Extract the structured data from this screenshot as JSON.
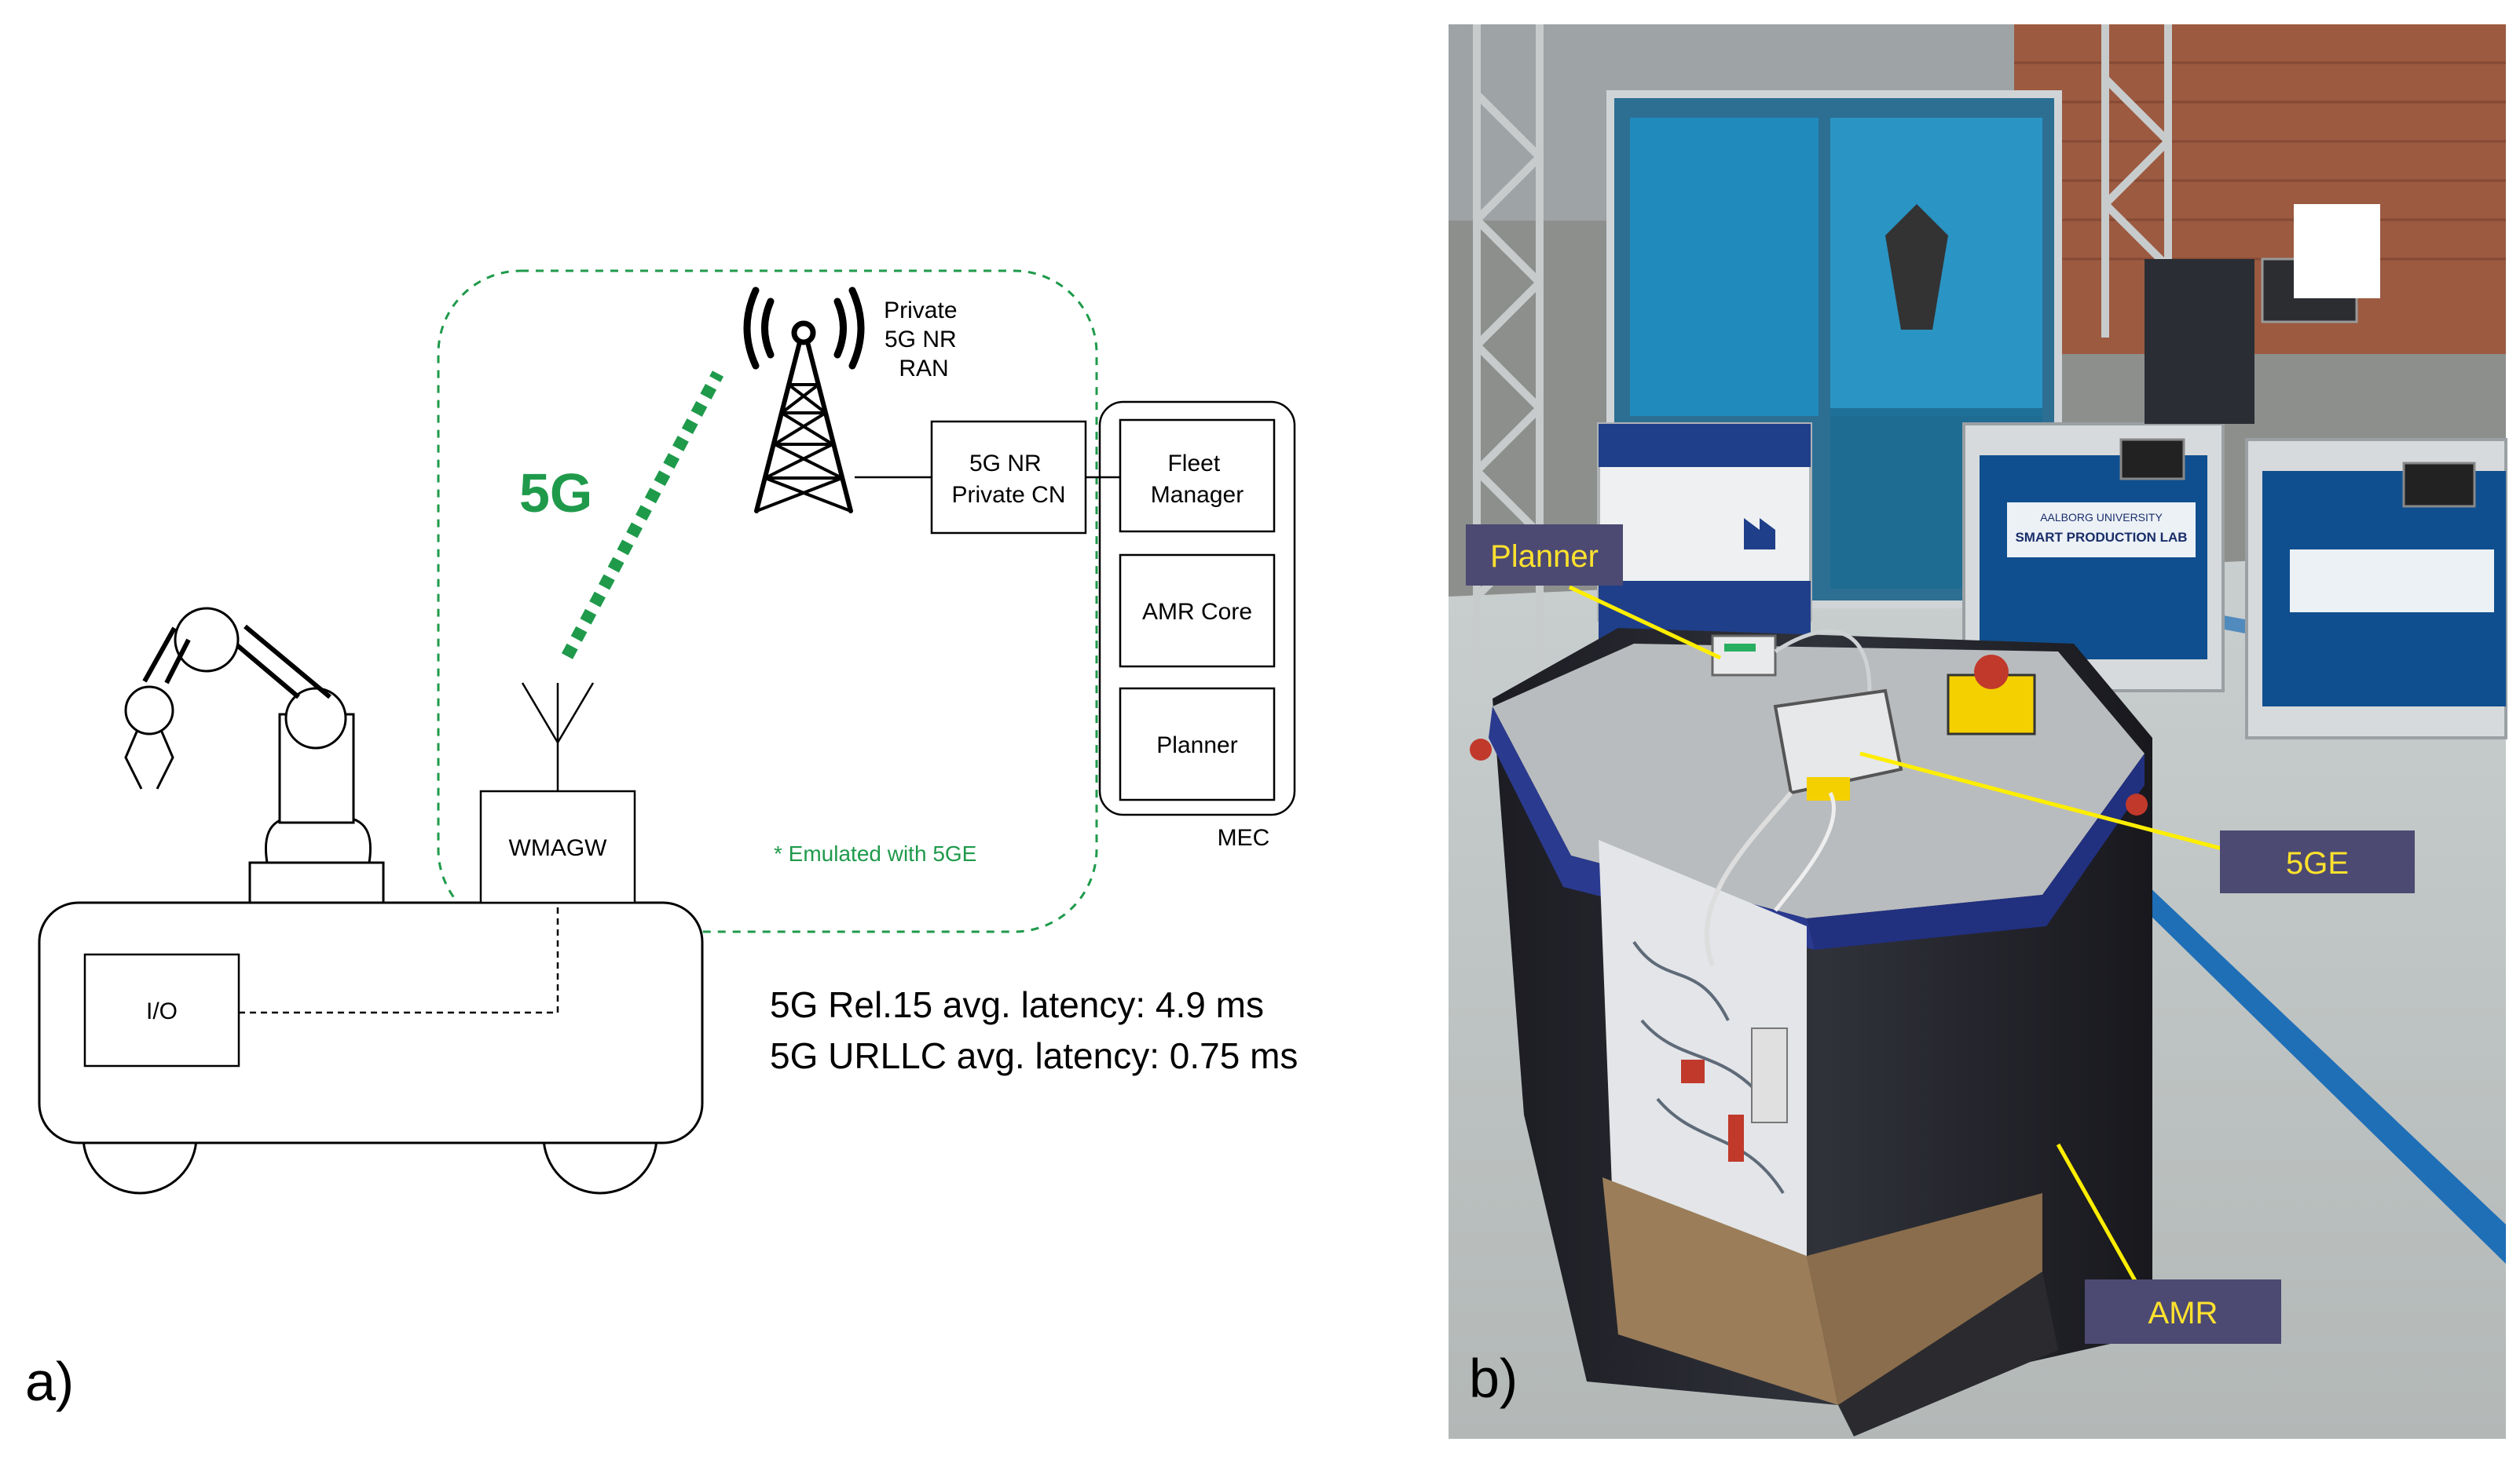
{
  "panel_a": {
    "label": "a)",
    "ran_label": [
      "Private",
      "5G NR",
      "RAN"
    ],
    "link_label": "5G",
    "core_label": [
      "5G NR",
      "Private CN"
    ],
    "mec": {
      "label": "MEC",
      "fleet_manager": [
        "Fleet",
        "Manager"
      ],
      "amr_core": "AMR Core",
      "planner": "Planner"
    },
    "gateway_label": "WMAGW",
    "io_label": "I/O",
    "emulated_note": "* Emulated with 5GE",
    "latency": [
      "5G Rel.15 avg. latency: 4.9 ms",
      "5G URLLC avg. latency: 0.75 ms"
    ],
    "colors": {
      "green": "#1f9a4b",
      "line": "#000000"
    }
  },
  "panel_b": {
    "label": "b)",
    "callouts": {
      "planner": "Planner",
      "fiveGE": "5GE",
      "amr": "AMR"
    },
    "signs": [
      "AALBORG UNIVERSITY",
      "SMART PRODUCTION LAB"
    ],
    "colors": {
      "callout_bg": "#4c4a72",
      "callout_text": "#ffe22e",
      "arrow": "#ffee00"
    }
  }
}
